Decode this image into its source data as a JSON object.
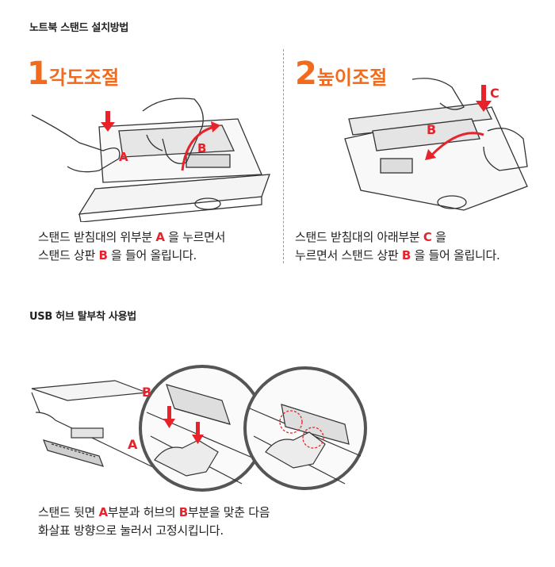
{
  "install": {
    "title": "노트북 스탠드 설치방법",
    "step1": {
      "number": "1",
      "label": "각도조절",
      "line1_pre": "스탠드 받침대의 위부분 ",
      "line1_mark": "A",
      "line1_post": " 을 누르면서",
      "line2_pre": "스탠드 상판 ",
      "line2_mark": "B",
      "line2_post": " 을 들어 올립니다."
    },
    "step2": {
      "number": "2",
      "label": "높이조절",
      "line1_pre": "스탠드 받침대의 아래부분 ",
      "line1_mark": "C",
      "line1_post": " 을",
      "line2_pre": "누르면서 스탠드 상판 ",
      "line2_mark": "B",
      "line2_post": " 을 들어 올립니다."
    },
    "fig1": {
      "mark_a": "A",
      "mark_b": "B"
    },
    "fig2": {
      "mark_b": "B",
      "mark_c": "C"
    }
  },
  "usb": {
    "title": "USB 허브 탈부착 사용법",
    "fig": {
      "mark_a": "A",
      "mark_b": "B"
    },
    "line1_pre": "스탠드 뒷면 ",
    "line1_mark_a": "A",
    "line1_mid": "부분과 허브의 ",
    "line1_mark_b": "B",
    "line1_post": "부분을 맞춘 다음",
    "line2": "화살표 방향으로 눌러서 고정시킵니다."
  },
  "colors": {
    "accent_orange": "#f26a1b",
    "marker_red": "#e8222b"
  }
}
